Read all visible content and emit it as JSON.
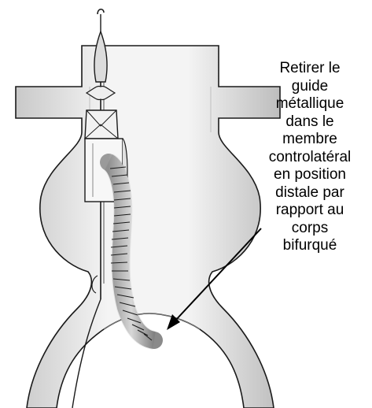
{
  "annotation": {
    "lines": [
      "Retirer le",
      "guide",
      "métallique",
      "dans le",
      "membre",
      "controlatéral",
      "en position",
      "distale par",
      "rapport au",
      "corps",
      "bifurqué"
    ]
  },
  "colors": {
    "vessel_fill": "#e9e9e9",
    "vessel_inner": "#f6f6f6",
    "outline": "#1a1a1a",
    "shade": "#c8c8c8"
  }
}
